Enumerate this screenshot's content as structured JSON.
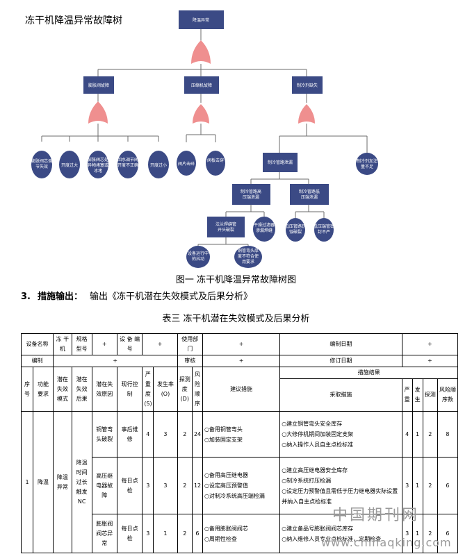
{
  "figure": {
    "title": "冻干机降温异常故障树",
    "caption": "图一 冻干机降温异常故障树图",
    "nodes": {
      "top": "降温异常",
      "mid1": "膨胀阀故障",
      "mid2": "压缩机故障",
      "mid3": "制冷剂缺失",
      "leafA1": "膨胀阀芯调节失效",
      "leafA2": "开度过大",
      "leafA3": "膨胀阀芯处异物堵塞或冰堵",
      "leafA4": "回水调节阀开度不正确",
      "leafA5": "开度过小",
      "leafB1": "阀片击碎",
      "leafB2": "阀板击穿",
      "mid4": "制冷管路泄漏",
      "leafC": "制冷剂加注量不足",
      "mid5": "制冷管路高压端泄漏",
      "mid6": "制冷管路低压端泄漏",
      "leafD1": "法兰焊缝管开头破裂",
      "leafD2": "干燥过滤器渗漏焊缝",
      "leafD3": "低压管路锈蚀破裂",
      "leafD4": "低压端管密封不严",
      "leafE1": "设备运行中的抖动",
      "leafE2": "铜管弯头厚度不符合使用要求"
    }
  },
  "step": {
    "number": "3.",
    "label": "措施输出：",
    "text": "输出《冻干机潜在失效模式及后果分析》"
  },
  "table": {
    "title": "表三 冻干机潜在失效模式及后果分析",
    "meta": {
      "device_name_label": "设备名称",
      "dryer_label": "冻 干 机",
      "spec_label": "规格型号",
      "device_no_label": "设 备 编号",
      "dept_label": "使用部门",
      "date_label": "编制日期",
      "compiler_label": "编制",
      "review_label": "审核",
      "revise_date_label": "修订日期",
      "placeholder": "+"
    },
    "headers": {
      "seq": "序号",
      "function": "功能要求",
      "mode": "潜在失效模式",
      "effect": "潜在失效后果",
      "cause": "潜在失效原因",
      "control": "现行控制",
      "severity": "严重度(S)",
      "occurrence": "发生率(O)",
      "detection": "探测度(D)",
      "rpn": "风险顺序",
      "suggest": "建议措施",
      "result_group": "措施结果",
      "actions": "采取措施",
      "s2": "严重",
      "o2": "发生",
      "d2": "探测",
      "rpn2": "风险顺序数"
    },
    "row": {
      "seq": "1",
      "function": "降温",
      "mode": "降温异常",
      "effect": "降温时间过长触发NC"
    },
    "causes": [
      {
        "cause": "铜管弯头破裂",
        "control": "事后维修",
        "s": "4",
        "o": "3",
        "d": "2",
        "rpn": "24",
        "suggest": [
          "○备用铜管弯头",
          "○加装固定支架"
        ],
        "actions": [
          "○建立铜管弯头安全库存",
          "○大修停机期间加装固定支架",
          "○纳入操作人员自主点检标准"
        ],
        "s2": "4",
        "o2": "1",
        "d2": "2",
        "rpn2": "8"
      },
      {
        "cause": "高压继电器故障",
        "control": "每日点检",
        "s": "3",
        "o": "3",
        "d": "2",
        "rpn": "12",
        "suggest": [
          "○备用高压继电器",
          "○设定高压预警值",
          "○对制冷系统高压端检漏"
        ],
        "actions": [
          "○建立高压继电器安全库存",
          "○制冷系统打压检漏",
          "○设定压力预警值且需低于压力继电器实际设置并纳入自主点检标准"
        ],
        "s2": "3",
        "o2": "1",
        "d2": "2",
        "rpn2": "6"
      },
      {
        "cause": "膨胀阀阀芯异常",
        "control": "每日点检",
        "s": "3",
        "o": "1",
        "d": "2",
        "rpn": "6",
        "suggest": [
          "○备用膨胀阀阀芯",
          "○周期性检查"
        ],
        "actions": [
          "○建立备品号膨胀阀阀芯库存",
          "○纳入维修人员专业点检标准，定期检查"
        ],
        "s2": "3",
        "o2": "1",
        "d2": "2",
        "rpn2": "6"
      }
    ]
  },
  "watermark": {
    "line1": "中国期刊网",
    "line2": "www.chinaqking.com"
  },
  "colors": {
    "node_fill": "#3b4a85",
    "gate_fill": "#ef8f8f",
    "line": "#6b6b6b"
  }
}
